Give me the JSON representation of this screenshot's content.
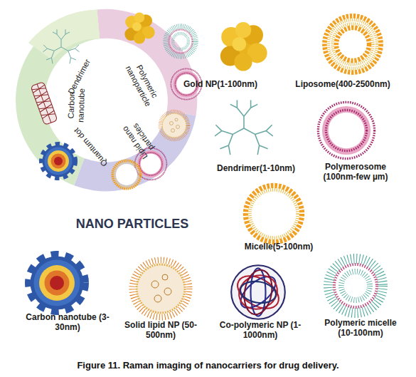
{
  "diagram": {
    "title": "NANO PARTICLES",
    "caption": "Figure 11. Raman imaging of nanocarriers for drug delivery.",
    "labels": [
      "Dendrimer",
      "Polymeric nanoparticle",
      "Carbon nanotube",
      "Lipid nano particles",
      "Quantum dot",
      "Gold NP(1-100nm)",
      "Liposome(400-2500nm)",
      "Dendrimer(1-10nm)",
      "Polymerosome (100nm-few µm)",
      "Micelle(5-100nm)",
      "Carbon nanotube (3-30nm)",
      "Solid lipid NP (50-500nm)",
      "Co-polymeric NP (1-1000nm)",
      "Polymeric micelle (10-100nm)"
    ]
  }
}
